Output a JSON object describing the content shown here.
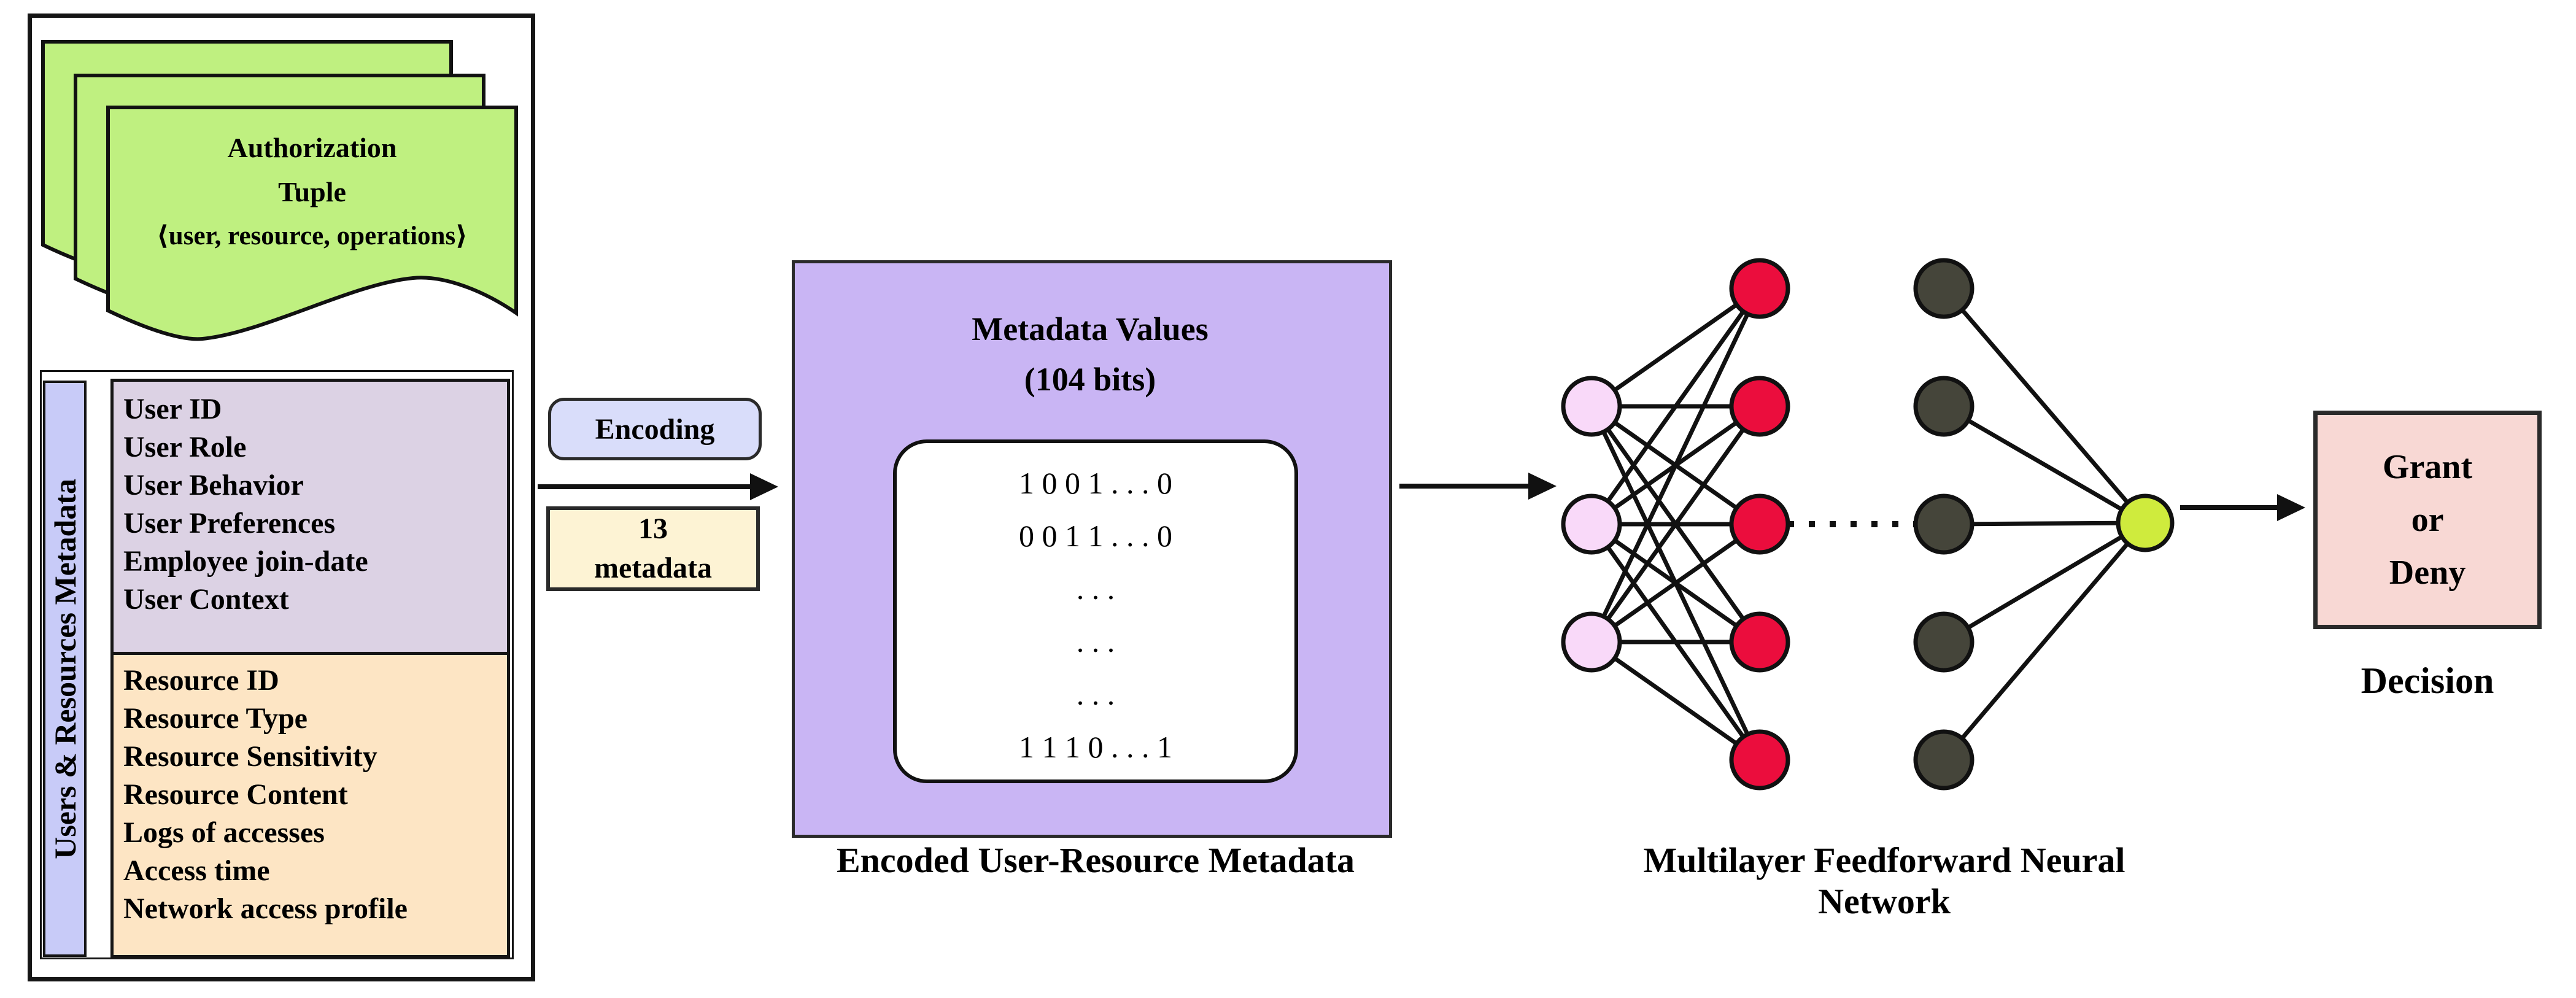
{
  "colors": {
    "document_green": "#bff080",
    "sidebar_periwinkle": "#c8cbf8",
    "user_box_mauve": "#dcd2e4",
    "resource_box_peach": "#fde5c4",
    "encoding_box_blue": "#d9ddfa",
    "metadata_count_box_cream": "#fdf3d4",
    "encoded_box_purple": "#c9b5f4",
    "input_node_pink": "#f9d9f9",
    "hidden_node_red": "#eb0d3d",
    "hidden_node_dark": "#45453a",
    "output_node_yellow_green": "#cfeb3d",
    "decision_box_pink": "#f8d8d4",
    "line_black": "#111111"
  },
  "left_panel": {
    "document_stack": {
      "lines": [
        "Authorization",
        "Tuple",
        "⟨user, resource, operations⟩"
      ]
    },
    "sidebar_label": "Users & Resources Metadata",
    "user_metadata": [
      "User ID",
      "User Role",
      "User Behavior",
      "User Preferences",
      "Employee join-date",
      "User Context"
    ],
    "resource_metadata": [
      "Resource ID",
      "Resource Type",
      "Resource Sensitivity",
      "Resource Content",
      "Logs of accesses",
      "Access time",
      "Network access profile"
    ]
  },
  "encoding_step": {
    "encoding_label": "Encoding",
    "count_lines": [
      "13",
      "metadata"
    ]
  },
  "encoded_metadata": {
    "title_lines": [
      "Metadata Values",
      "(104 bits)"
    ],
    "bit_rows": [
      "1 0 0 1 . . . 0",
      "0 0 1 1 . . . 0",
      ". . .",
      ". . .",
      ". . .",
      "1 1 1 0 . . . 1"
    ],
    "caption": "Encoded User-Resource Metadata"
  },
  "neural_network": {
    "caption": "Multilayer Feedforward Neural Network",
    "layers": {
      "input": 3,
      "hidden_1": 5,
      "hidden_2": 5,
      "output": 1
    }
  },
  "decision": {
    "lines": [
      "Grant",
      "or",
      "Deny"
    ],
    "caption": "Decision"
  }
}
